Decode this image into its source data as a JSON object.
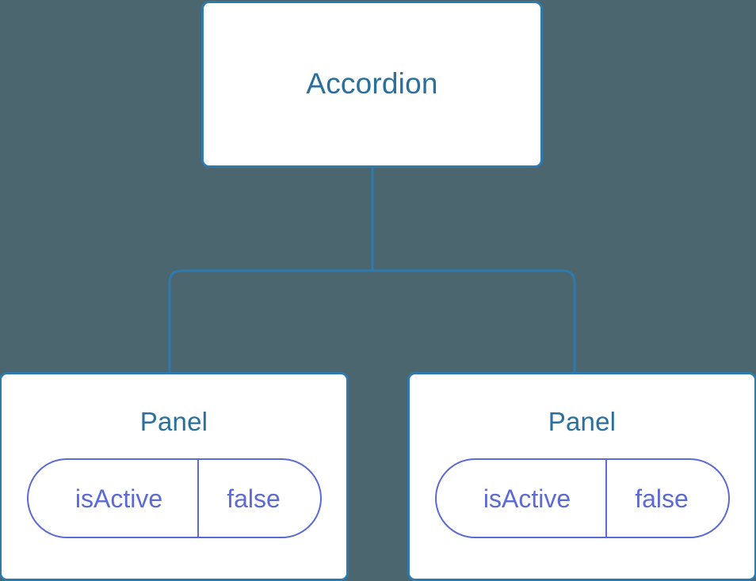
{
  "diagram": {
    "type": "component-tree",
    "background_color": "#4c666f",
    "node_border_color": "#2e7aad",
    "node_title_color": "#2b6f9c",
    "prop_color": "#5c6bd4",
    "connector_color": "#2e7aad"
  },
  "root": {
    "title": "Accordion"
  },
  "children": [
    {
      "title": "Panel",
      "props": [
        {
          "key": "isActive",
          "value": "false"
        }
      ]
    },
    {
      "title": "Panel",
      "props": [
        {
          "key": "isActive",
          "value": "false"
        }
      ]
    }
  ]
}
